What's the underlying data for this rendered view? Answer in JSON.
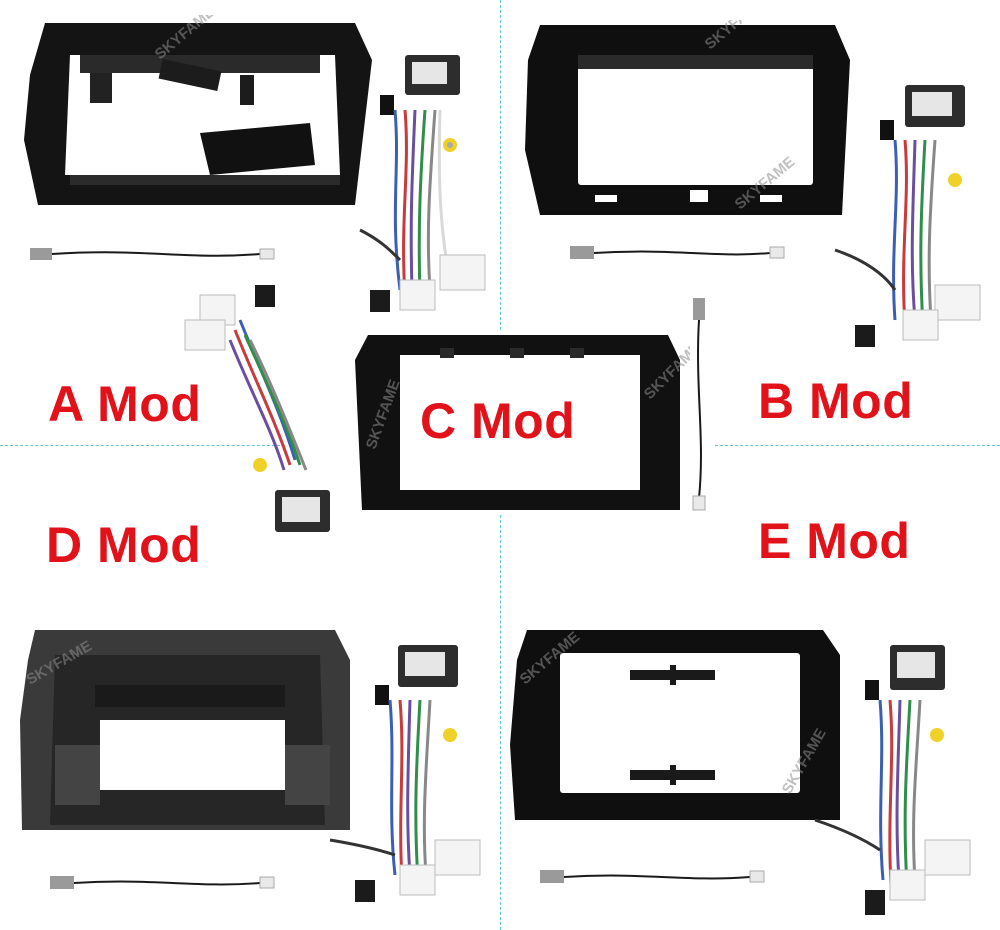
{
  "labels": {
    "a": "A Mod",
    "b": "B Mod",
    "c": "C Mod",
    "d": "D Mod",
    "e": "E Mod"
  },
  "watermark": "SKYFAME",
  "colors": {
    "label_red": "#e2121b",
    "divider": "#5fc6d6",
    "frame_black": "#111111",
    "frame_gray": "#3a3a3a"
  }
}
